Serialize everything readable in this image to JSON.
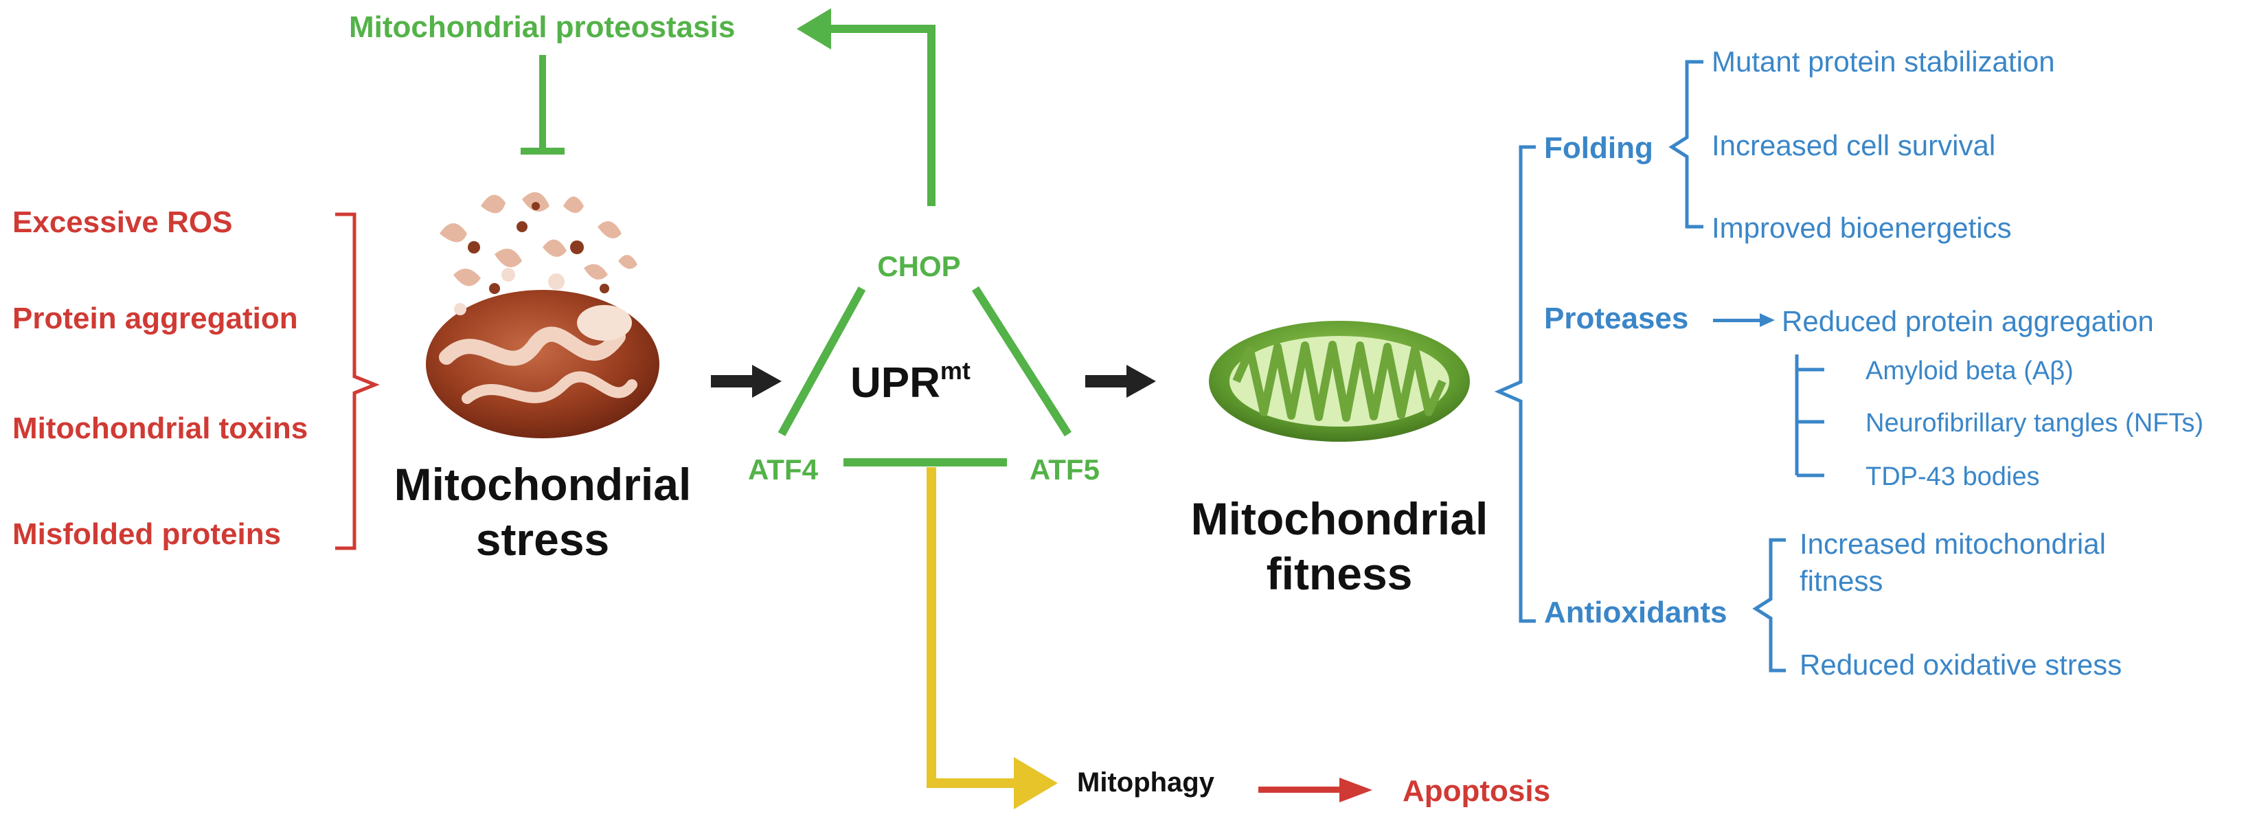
{
  "stressors": [
    "Excessive ROS",
    "Protein aggregation",
    "Mitochondrial toxins",
    "Misfolded proteins"
  ],
  "stress_label": [
    "Mitochondrial",
    "stress"
  ],
  "proteostasis": "Mitochondrial proteostasis",
  "upr": {
    "main": "UPR",
    "sup": "mt"
  },
  "factors": {
    "chop": "CHOP",
    "atf4": "ATF4",
    "atf5": "ATF5"
  },
  "fitness_label": [
    "Mitochondrial",
    "fitness"
  ],
  "mitophagy": "Mitophagy",
  "apoptosis": "Apoptosis",
  "outcomes": {
    "folding": {
      "label": "Folding",
      "items": [
        "Mutant protein stabilization",
        "Increased cell survival",
        "Improved bioenergetics"
      ]
    },
    "proteases": {
      "label": "Proteases",
      "result": "Reduced protein aggregation",
      "items": [
        "Amyloid beta (Aβ)",
        "Neurofibrillary tangles (NFTs)",
        "TDP-43 bodies"
      ]
    },
    "antioxidants": {
      "label": "Antioxidants",
      "items": [
        [
          "Increased mitochondrial",
          "fitness"
        ],
        "Reduced oxidative stress"
      ]
    }
  },
  "colors": {
    "stressor": "#d03a34",
    "upr": "#53b248",
    "outcome": "#3a86c8",
    "mitophagy_path": "#e6c42a",
    "arrow": "#222222"
  }
}
